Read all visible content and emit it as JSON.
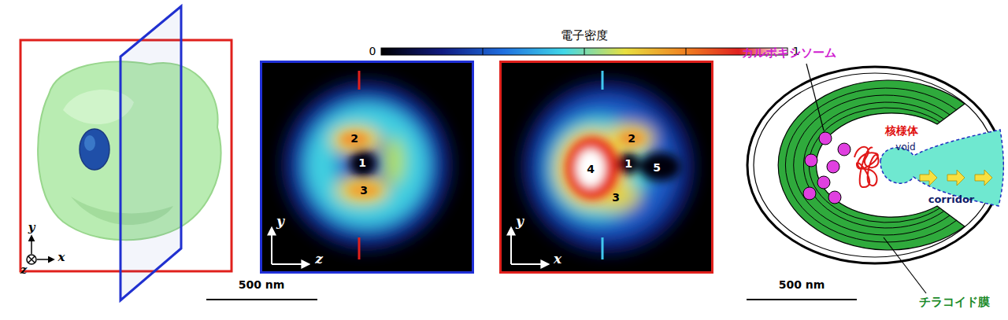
{
  "diagram": {
    "labels": [
      "電子密度",
      "0",
      "1",
      "y",
      "z",
      "x",
      "2",
      "1",
      "3",
      "y",
      "z",
      "2",
      "1",
      "3",
      "4",
      "5",
      "y",
      "x",
      "500 nm",
      "カルボキシソーム",
      "核様体",
      "void",
      "corridor",
      "チラコイド膜",
      "500 nm"
    ]
  }
}
